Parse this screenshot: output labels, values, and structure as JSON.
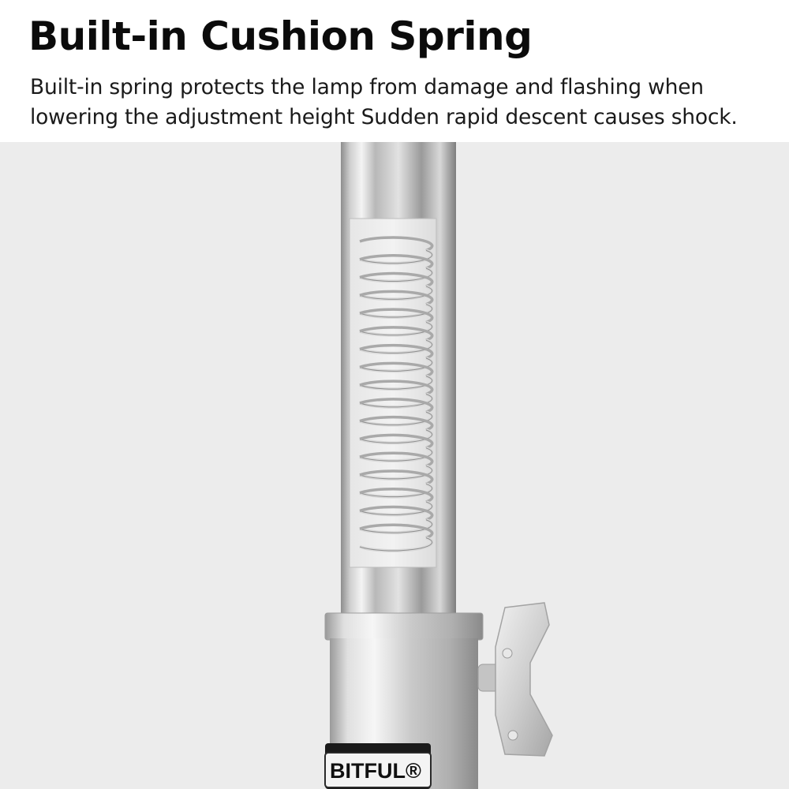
{
  "header": {
    "title": "Built-in Cushion Spring",
    "description": "Built-in spring protects the lamp from damage and flashing when lowering the adjustment height Sudden rapid descent causes shock."
  },
  "product": {
    "brand_label": "BITFUL®",
    "icons": [
      "spring-icon",
      "tightening-knob-icon"
    ]
  },
  "colors": {
    "header_bg": "#ffffff",
    "scene_bg": "#ececec",
    "title": "#0b0b0b",
    "text": "#1a1a1a"
  }
}
